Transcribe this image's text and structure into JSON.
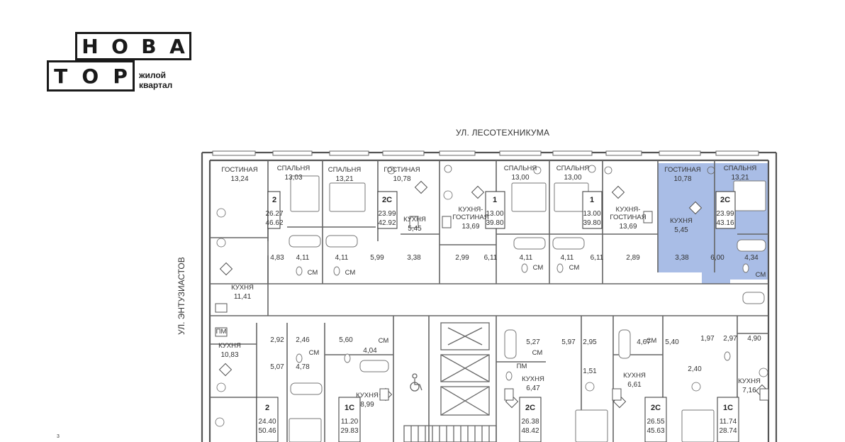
{
  "logo": {
    "row1": [
      "Н",
      "О",
      "В",
      "А"
    ],
    "row2": [
      "Т",
      "О",
      "Р"
    ],
    "subtitle": [
      "жилой",
      "квартал"
    ]
  },
  "streets": {
    "top": "УЛ. ЛЕСОТЕХНИКУМА",
    "left": "УЛ. ЭНТУЗИАСТОВ"
  },
  "highlight_color": "#a9bde6",
  "rooms": [
    {
      "label": "ГОСТИНАЯ",
      "area": "13,24"
    },
    {
      "label": "СПАЛЬНЯ",
      "area": "13,03"
    },
    {
      "label": "СПАЛЬНЯ",
      "area": "13,21"
    },
    {
      "label": "ГОСТИНАЯ",
      "area": "10,78"
    },
    {
      "label": "СПАЛЬНЯ",
      "area": "13,00"
    },
    {
      "label": "СПАЛЬНЯ",
      "area": "13,00"
    },
    {
      "label": "ГОСТИНАЯ",
      "area": "10,78"
    },
    {
      "label": "СПАЛЬНЯ",
      "area": "13,21"
    },
    {
      "label": "КУХНЯ",
      "area": "5,45"
    },
    {
      "label": "КУХНЯ-ГОСТИНАЯ",
      "area": "13,69"
    },
    {
      "label": "КУХНЯ-ГОСТИНАЯ",
      "area": "13,69"
    },
    {
      "label": "КУХНЯ",
      "area": "5,45"
    },
    {
      "label": "КУХНЯ",
      "area": "11,41"
    },
    {
      "label": "КУХНЯ",
      "area": "10,83"
    },
    {
      "label": "КУХНЯ",
      "area": "8,99"
    },
    {
      "label": "КУХНЯ",
      "area": "6,47"
    },
    {
      "label": "КУХНЯ",
      "area": "6,61"
    },
    {
      "label": "КУХНЯ",
      "area": "7,16"
    }
  ],
  "areas": [
    "4,83",
    "4,11",
    "4,11",
    "5,99",
    "3,38",
    "2,99",
    "6,11",
    "4,11",
    "4,11",
    "6,11",
    "2,89",
    "3,38",
    "6,00",
    "4,34",
    "2,92",
    "2,46",
    "5,07",
    "4,78",
    "5,60",
    "4,04",
    "5,27",
    "5,97",
    "2,95",
    "1,51",
    "4,67",
    "5,40",
    "1,97",
    "2,97",
    "4,90",
    "2,40"
  ],
  "apartments": [
    {
      "type": "2",
      "living": "26.27",
      "total": "46.62"
    },
    {
      "type": "2С",
      "living": "23.99",
      "total": "42.92"
    },
    {
      "type": "1",
      "living": "13.00",
      "total": "39.80"
    },
    {
      "type": "1",
      "living": "13.00",
      "total": "39.80"
    },
    {
      "type": "2С",
      "living": "23.99",
      "total": "43.16"
    },
    {
      "type": "2",
      "living": "24.40",
      "total": "50.46"
    },
    {
      "type": "1С",
      "living": "11.20",
      "total": "29.83"
    },
    {
      "type": "2С",
      "living": "26.38",
      "total": "48.42"
    },
    {
      "type": "2С",
      "living": "26.55",
      "total": "45.63"
    },
    {
      "type": "1С",
      "living": "11.74",
      "total": "28.74"
    }
  ],
  "appliance_labels": {
    "washer": "СМ",
    "dishwasher": "ПМ"
  },
  "footnote": "3"
}
